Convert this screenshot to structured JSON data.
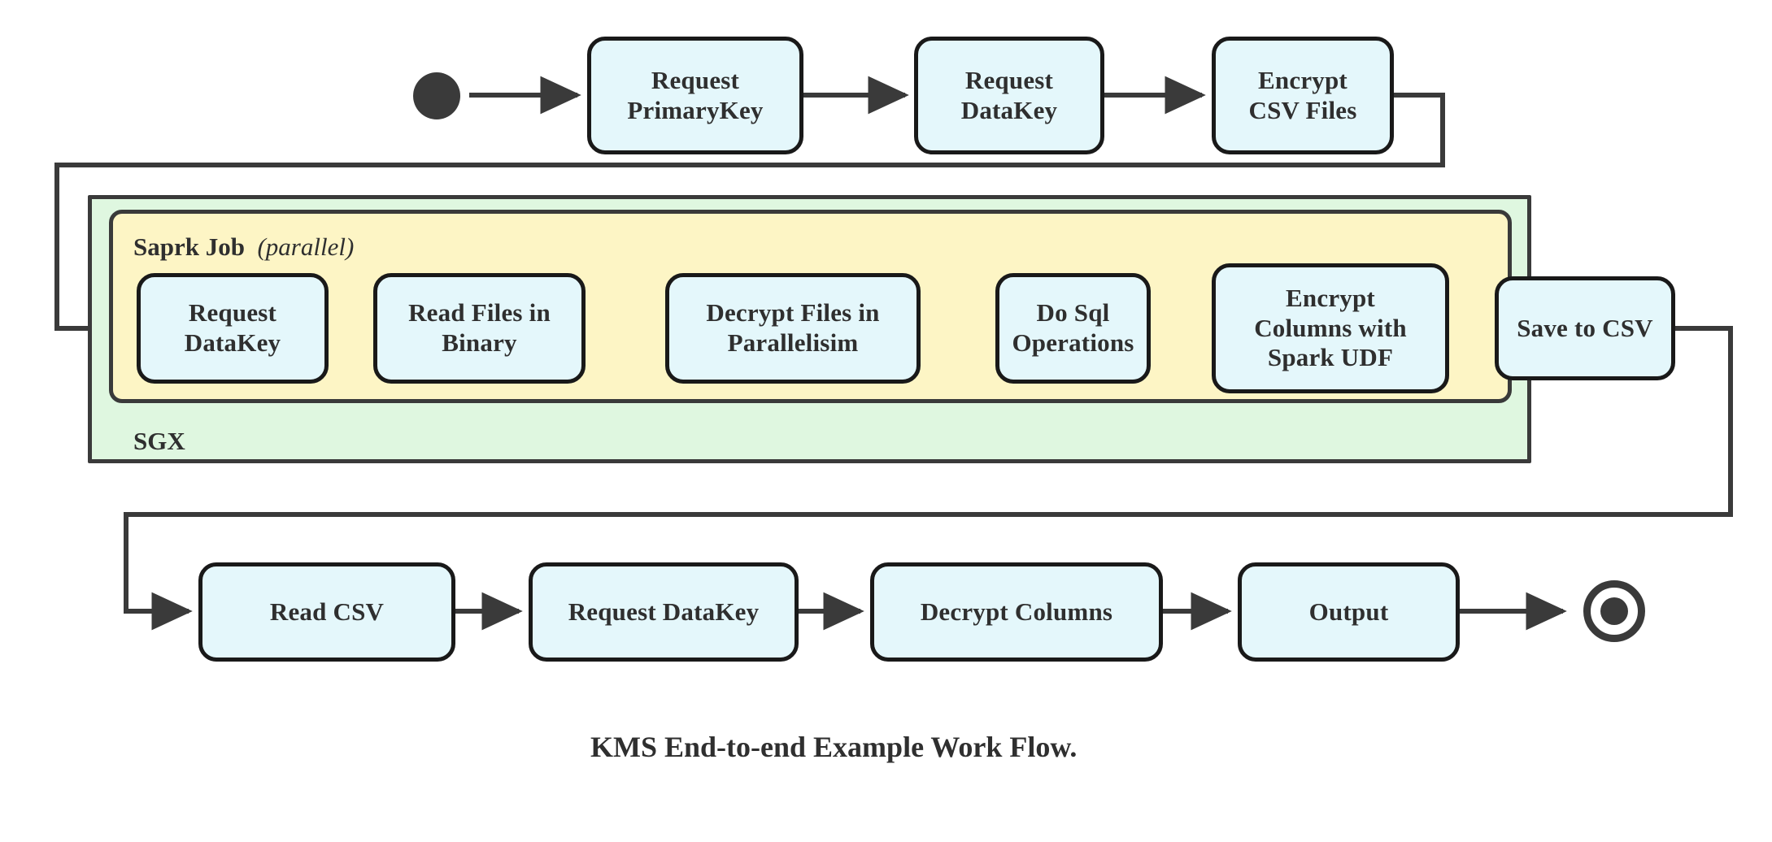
{
  "diagram": {
    "title": "KMS End-to-end Example Work Flow.",
    "type": "flowchart",
    "colors": {
      "node_fill": "#e4f7fb",
      "node_stroke": "#191919",
      "sgx_fill": "#dff7e0",
      "spark_fill": "#fdf5c5",
      "container_stroke": "#3a3a3a",
      "connector": "#3a3a3a",
      "text": "#2f2f2f"
    },
    "start_node": {
      "name": "start",
      "shape": "filled-circle"
    },
    "end_node": {
      "name": "end",
      "shape": "ring-with-filled-circle"
    },
    "regions": {
      "sgx": {
        "label": "SGX",
        "label_position": "bottom-left"
      },
      "spark_job": {
        "label": "Saprk Job",
        "modifier": "(parallel)",
        "label_position": "top-left"
      }
    },
    "rows": {
      "top": [
        {
          "id": "request-primarykey",
          "label": "Request\nPrimaryKey"
        },
        {
          "id": "request-datakey-top",
          "label": "Request\nDataKey"
        },
        {
          "id": "encrypt-csv-files",
          "label": "Encrypt\nCSV Files"
        }
      ],
      "middle": [
        {
          "id": "request-datakey-spark",
          "label": "Request\nDataKey"
        },
        {
          "id": "read-files-in-binary",
          "label": "Read Files in\nBinary"
        },
        {
          "id": "decrypt-files-in-parallelisim",
          "label": "Decrypt Files in\nParallelisim"
        },
        {
          "id": "do-sql-operations",
          "label": "Do Sql\nOperations"
        },
        {
          "id": "encrypt-columns-with-spark-udf",
          "label": "Encrypt\nColumns with\nSpark UDF"
        },
        {
          "id": "save-to-csv",
          "label": "Save to CSV"
        }
      ],
      "bottom": [
        {
          "id": "read-csv",
          "label": "Read CSV"
        },
        {
          "id": "request-datakey-bottom",
          "label": "Request DataKey"
        },
        {
          "id": "decrypt-columns",
          "label": "Decrypt Columns"
        },
        {
          "id": "output",
          "label": "Output"
        }
      ]
    }
  }
}
